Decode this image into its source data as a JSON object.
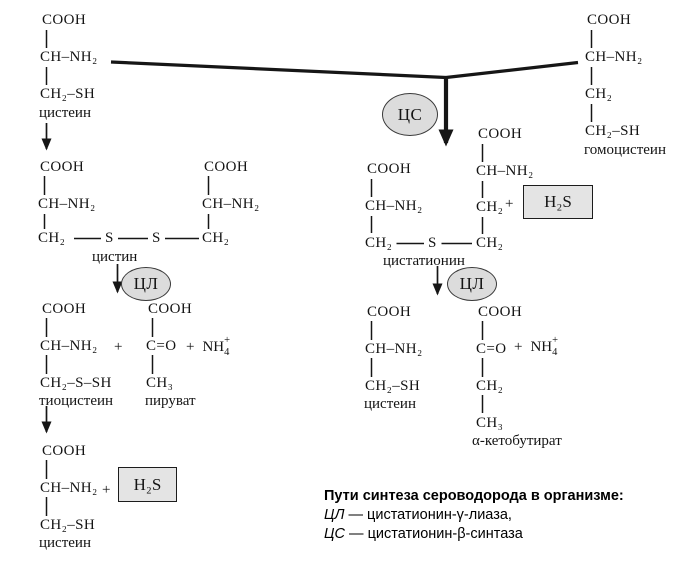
{
  "molecules": {
    "cysteine_top": {
      "rows": [
        "COOH",
        "CH–NH₂",
        "CH₂–SH"
      ],
      "label": "цистеин"
    },
    "homocysteine": {
      "rows": [
        "COOH",
        "CH–NH₂",
        "CH₂",
        "CH₂–SH"
      ],
      "label": "гомоцистеин"
    },
    "cystine": {
      "left_rows": [
        "COOH",
        "CH–NH₂",
        "CH₂"
      ],
      "right_rows": [
        "COOH",
        "CH–NH₂",
        "CH₂"
      ],
      "sulfur_left": "S",
      "sulfur_right": "S",
      "label": "цистин"
    },
    "thiocysteine": {
      "rows": [
        "COOH",
        "CH–NH₂",
        "CH₂–S–SH"
      ],
      "label": "тиоцистеин"
    },
    "pyruvate": {
      "rows": [
        "COOH",
        "C=O",
        "CH₃"
      ],
      "label": "пируват"
    },
    "cysteine_left_product": {
      "rows": [
        "COOH",
        "CH–NH₂",
        "CH₂–SH"
      ],
      "label": "цистеин"
    },
    "cystathionine": {
      "left_rows": [
        "COOH",
        "CH–NH₂",
        "CH₂"
      ],
      "right_rows": [
        "COOH",
        "CH–NH₂",
        "CH₂",
        "CH₂"
      ],
      "sulfur": "S",
      "label": "цистатионин"
    },
    "cysteine_right_product": {
      "rows": [
        "COOH",
        "CH–NH₂",
        "CH₂–SH"
      ],
      "label": "цистеин"
    },
    "alpha_ketobutyrate": {
      "rows": [
        "COOH",
        "C=O",
        "CH₂",
        "CH₃"
      ],
      "label": "α-кетобутират"
    }
  },
  "enzymes": {
    "cbs": "ЦС",
    "cgl": "ЦЛ"
  },
  "symbols": {
    "plus": "+",
    "h2s": "H₂S",
    "nh4_base": "NH",
    "nh4_sub": "4",
    "nh4_sup": "+"
  },
  "legend": {
    "title": "Пути синтеза сероводорода в организме:",
    "entries": [
      {
        "abbr": "ЦЛ",
        "text": " — цистатионин-γ-лиаза,"
      },
      {
        "abbr": "ЦС",
        "text": " — цистатионин-β-синтаза"
      }
    ]
  },
  "colors": {
    "enzyme_fill": "#dcdcdc",
    "box_fill": "#e4e4e4",
    "ink": "#141414"
  }
}
